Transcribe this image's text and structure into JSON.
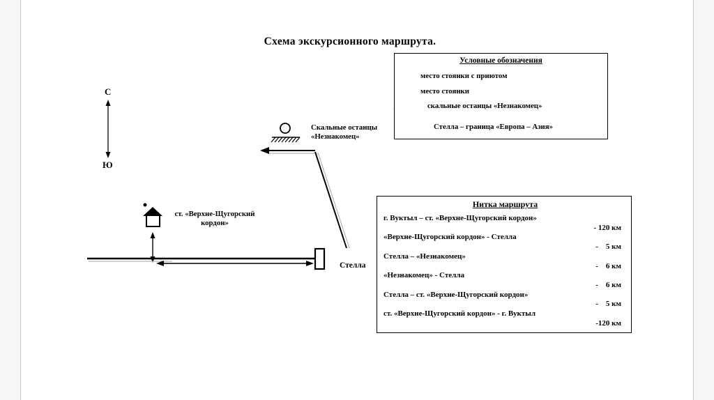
{
  "title": "Схема экскурсионного маршрута.",
  "compass": {
    "north": "С",
    "south": "Ю"
  },
  "legend": {
    "title": "Условные обозначения",
    "items": [
      {
        "icon": "camp-with-shelter-icon",
        "label": "место стоянки с приютом"
      },
      {
        "icon": "camp-icon",
        "label": "место стоянки"
      },
      {
        "icon": "rock-outcrops-icon",
        "label": "скальные останцы «Незнакомец»"
      },
      {
        "icon": "stella-icon",
        "label": "Стелла – граница «Европа – Азия»"
      }
    ]
  },
  "map": {
    "rocks_label": "Скальные останцы «Незнакомец»",
    "station_label": "ст. «Верхне-Щугорский кордон»",
    "stella_label": "Стелла"
  },
  "route": {
    "title": "Нитка маршрута",
    "legs": [
      {
        "name": "г. Вуктыл – ст. «Верхне-Щугорский кордон»",
        "distance": "- 120 км"
      },
      {
        "name": "«Верхне-Щугорский кордон» - Стелла",
        "distance": "-    5 км"
      },
      {
        "name": "Стелла – «Незнакомец»",
        "distance": "-    6 км"
      },
      {
        "name": "«Незнакомец» - Стелла",
        "distance": "-    6 км"
      },
      {
        "name": "Стелла – ст. «Верхне-Щугорский кордон»",
        "distance": "-    5 км"
      },
      {
        "name": "ст. «Верхне-Щугорский кордон» - г. Вуктыл",
        "distance": "-120 км"
      }
    ]
  }
}
